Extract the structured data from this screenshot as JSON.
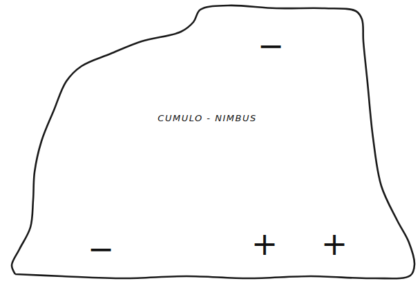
{
  "diagram": {
    "nodes": [
      {
        "text": [
          "CUMULO - NIMBUS"
        ]
      }
    ],
    "labels": [
      "−",
      "−",
      "+",
      "+"
    ]
  }
}
